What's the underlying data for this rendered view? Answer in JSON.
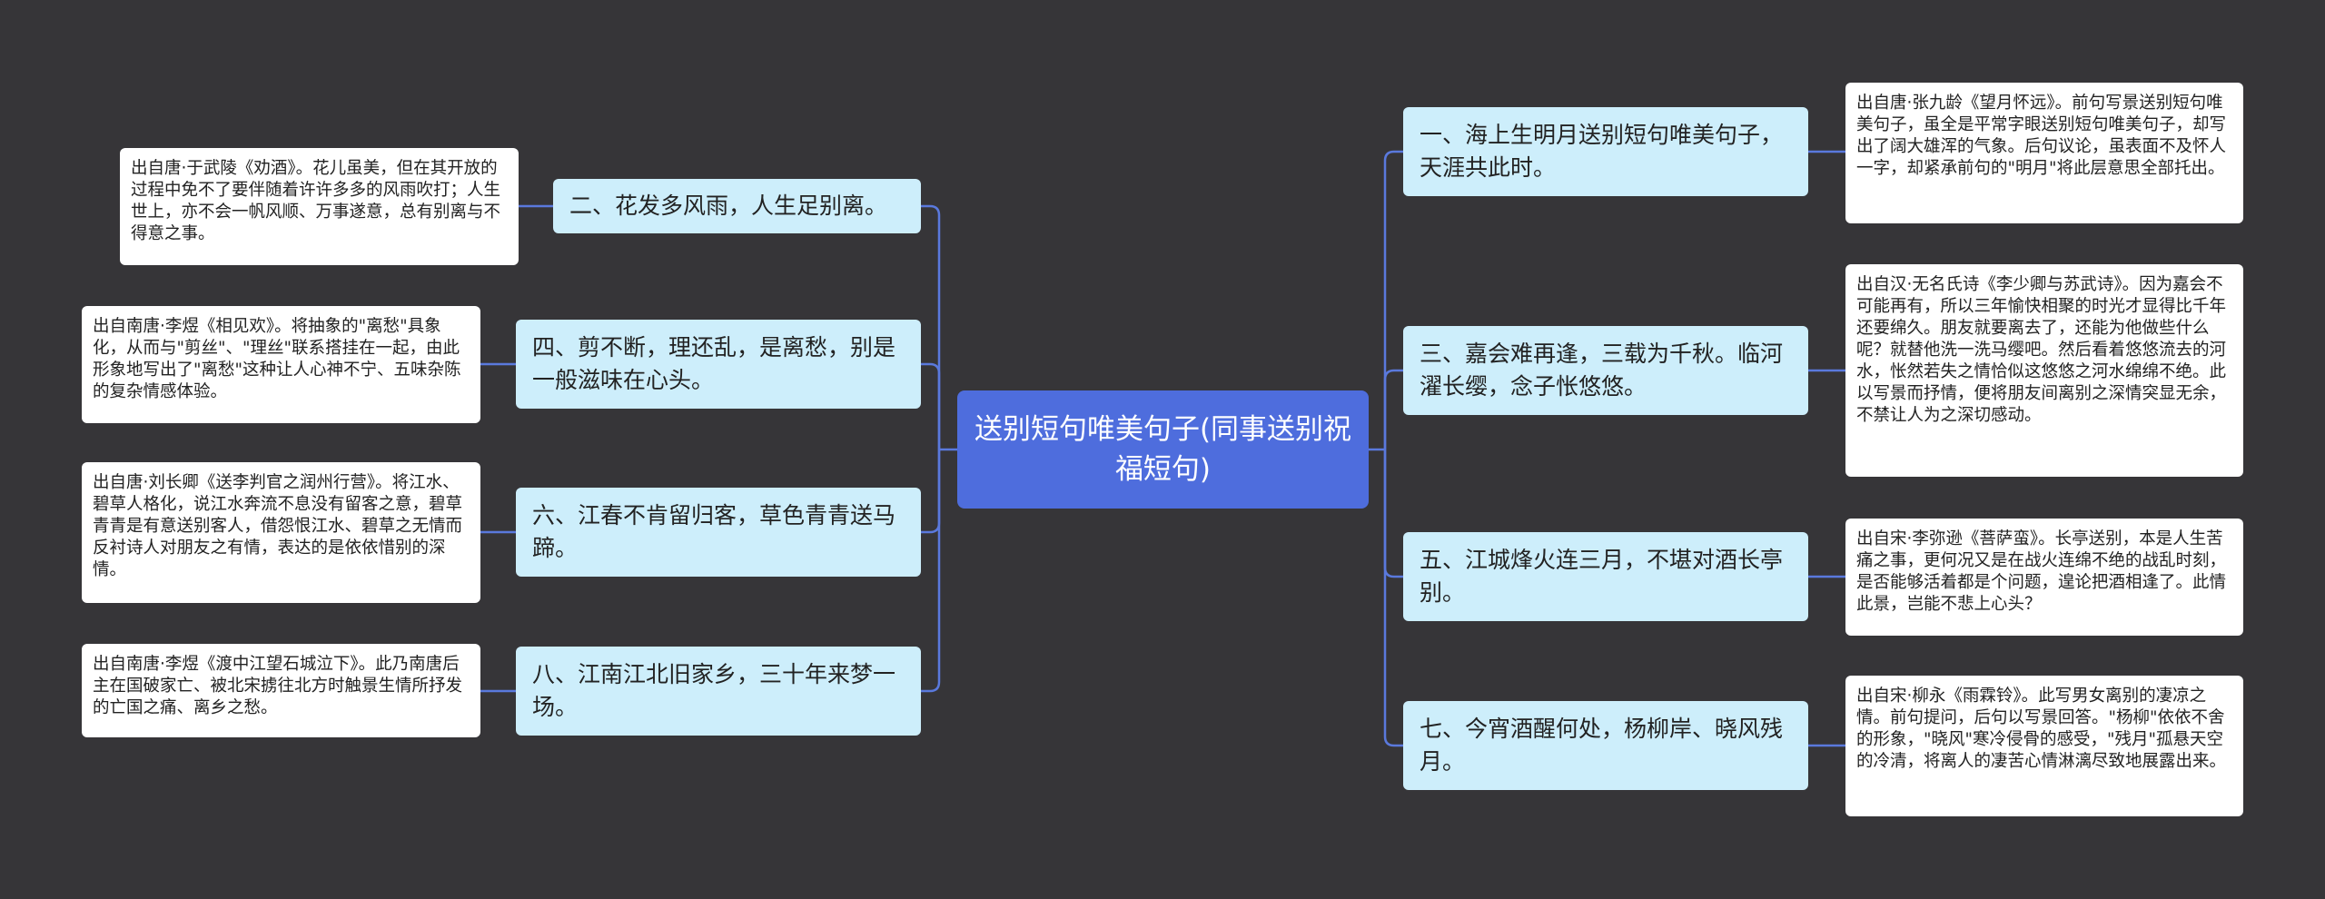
{
  "center": "送别短句唯美句子(同事送别祝福短句)",
  "right": [
    {
      "title": "一、海上生明月送别短句唯美句子，天涯共此时。",
      "note": "出自唐·张九龄《望月怀远》。前句写景送别短句唯美句子，虽全是平常字眼送别短句唯美句子，却写出了阔大雄浑的气象。后句议论，虽表面不及怀人一字，却紧承前句的\"明月\"将此层意思全部托出。"
    },
    {
      "title": "三、嘉会难再逢，三载为千秋。临河濯长缨，念子怅悠悠。",
      "note": "出自汉·无名氏诗《李少卿与苏武诗》。因为嘉会不可能再有，所以三年愉快相聚的时光才显得比千年还要绵久。朋友就要离去了，还能为他做些什么呢？就替他洗一洗马缨吧。然后看着悠悠流去的河水，怅然若失之情恰似这悠悠之河水绵绵不绝。此以写景而抒情，便将朋友间离别之深情突显无余，不禁让人为之深切感动。"
    },
    {
      "title": "五、江城烽火连三月，不堪对酒长亭别。",
      "note": "出自宋·李弥逊《菩萨蛮》。长亭送别，本是人生苦痛之事，更何况又是在战火连绵不绝的战乱时刻，是否能够活着都是个问题，遑论把酒相逢了。此情此景，岂能不悲上心头？"
    },
    {
      "title": "七、今宵酒醒何处，杨柳岸、晓风残月。",
      "note": "出自宋·柳永《雨霖铃》。此写男女离别的凄凉之情。前句提问，后句以写景回答。\"杨柳\"依依不舍的形象，\"晓风\"寒冷侵骨的感受，\"残月\"孤悬天空的冷清，将离人的凄苦心情淋漓尽致地展露出来。"
    }
  ],
  "left": [
    {
      "title": "二、花发多风雨，人生足别离。",
      "note": "出自唐·于武陵《劝酒》。花儿虽美，但在其开放的过程中免不了要伴随着许许多多的风雨吹打；人生世上，亦不会一帆风顺、万事遂意，总有别离与不得意之事。"
    },
    {
      "title": "四、剪不断，理还乱，是离愁，别是一般滋味在心头。",
      "note": "出自南唐·李煜《相见欢》。将抽象的\"离愁\"具象化，从而与\"剪丝\"、\"理丝\"联系搭挂在一起，由此形象地写出了\"离愁\"这种让人心神不宁、五味杂陈的复杂情感体验。"
    },
    {
      "title": "六、江春不肯留归客，草色青青送马蹄。",
      "note": "出自唐·刘长卿《送李判官之润州行营》。将江水、碧草人格化，说江水奔流不息没有留客之意，碧草青青是有意送别客人，借怨恨江水、碧草之无情而反衬诗人对朋友之有情，表达的是依依惜别的深情。"
    },
    {
      "title": "八、江南江北旧家乡，三十年来梦一场。",
      "note": "出自南唐·李煜《渡中江望石城泣下》。此乃南唐后主在国破家亡、被北宋掳往北方时触景生情所抒发的亡国之痛、离乡之愁。"
    }
  ],
  "colors": {
    "background": "#363538",
    "center": "#4e6ddd",
    "branch": "#cdeefb",
    "note": "#ffffff",
    "line": "#5a79dd"
  }
}
